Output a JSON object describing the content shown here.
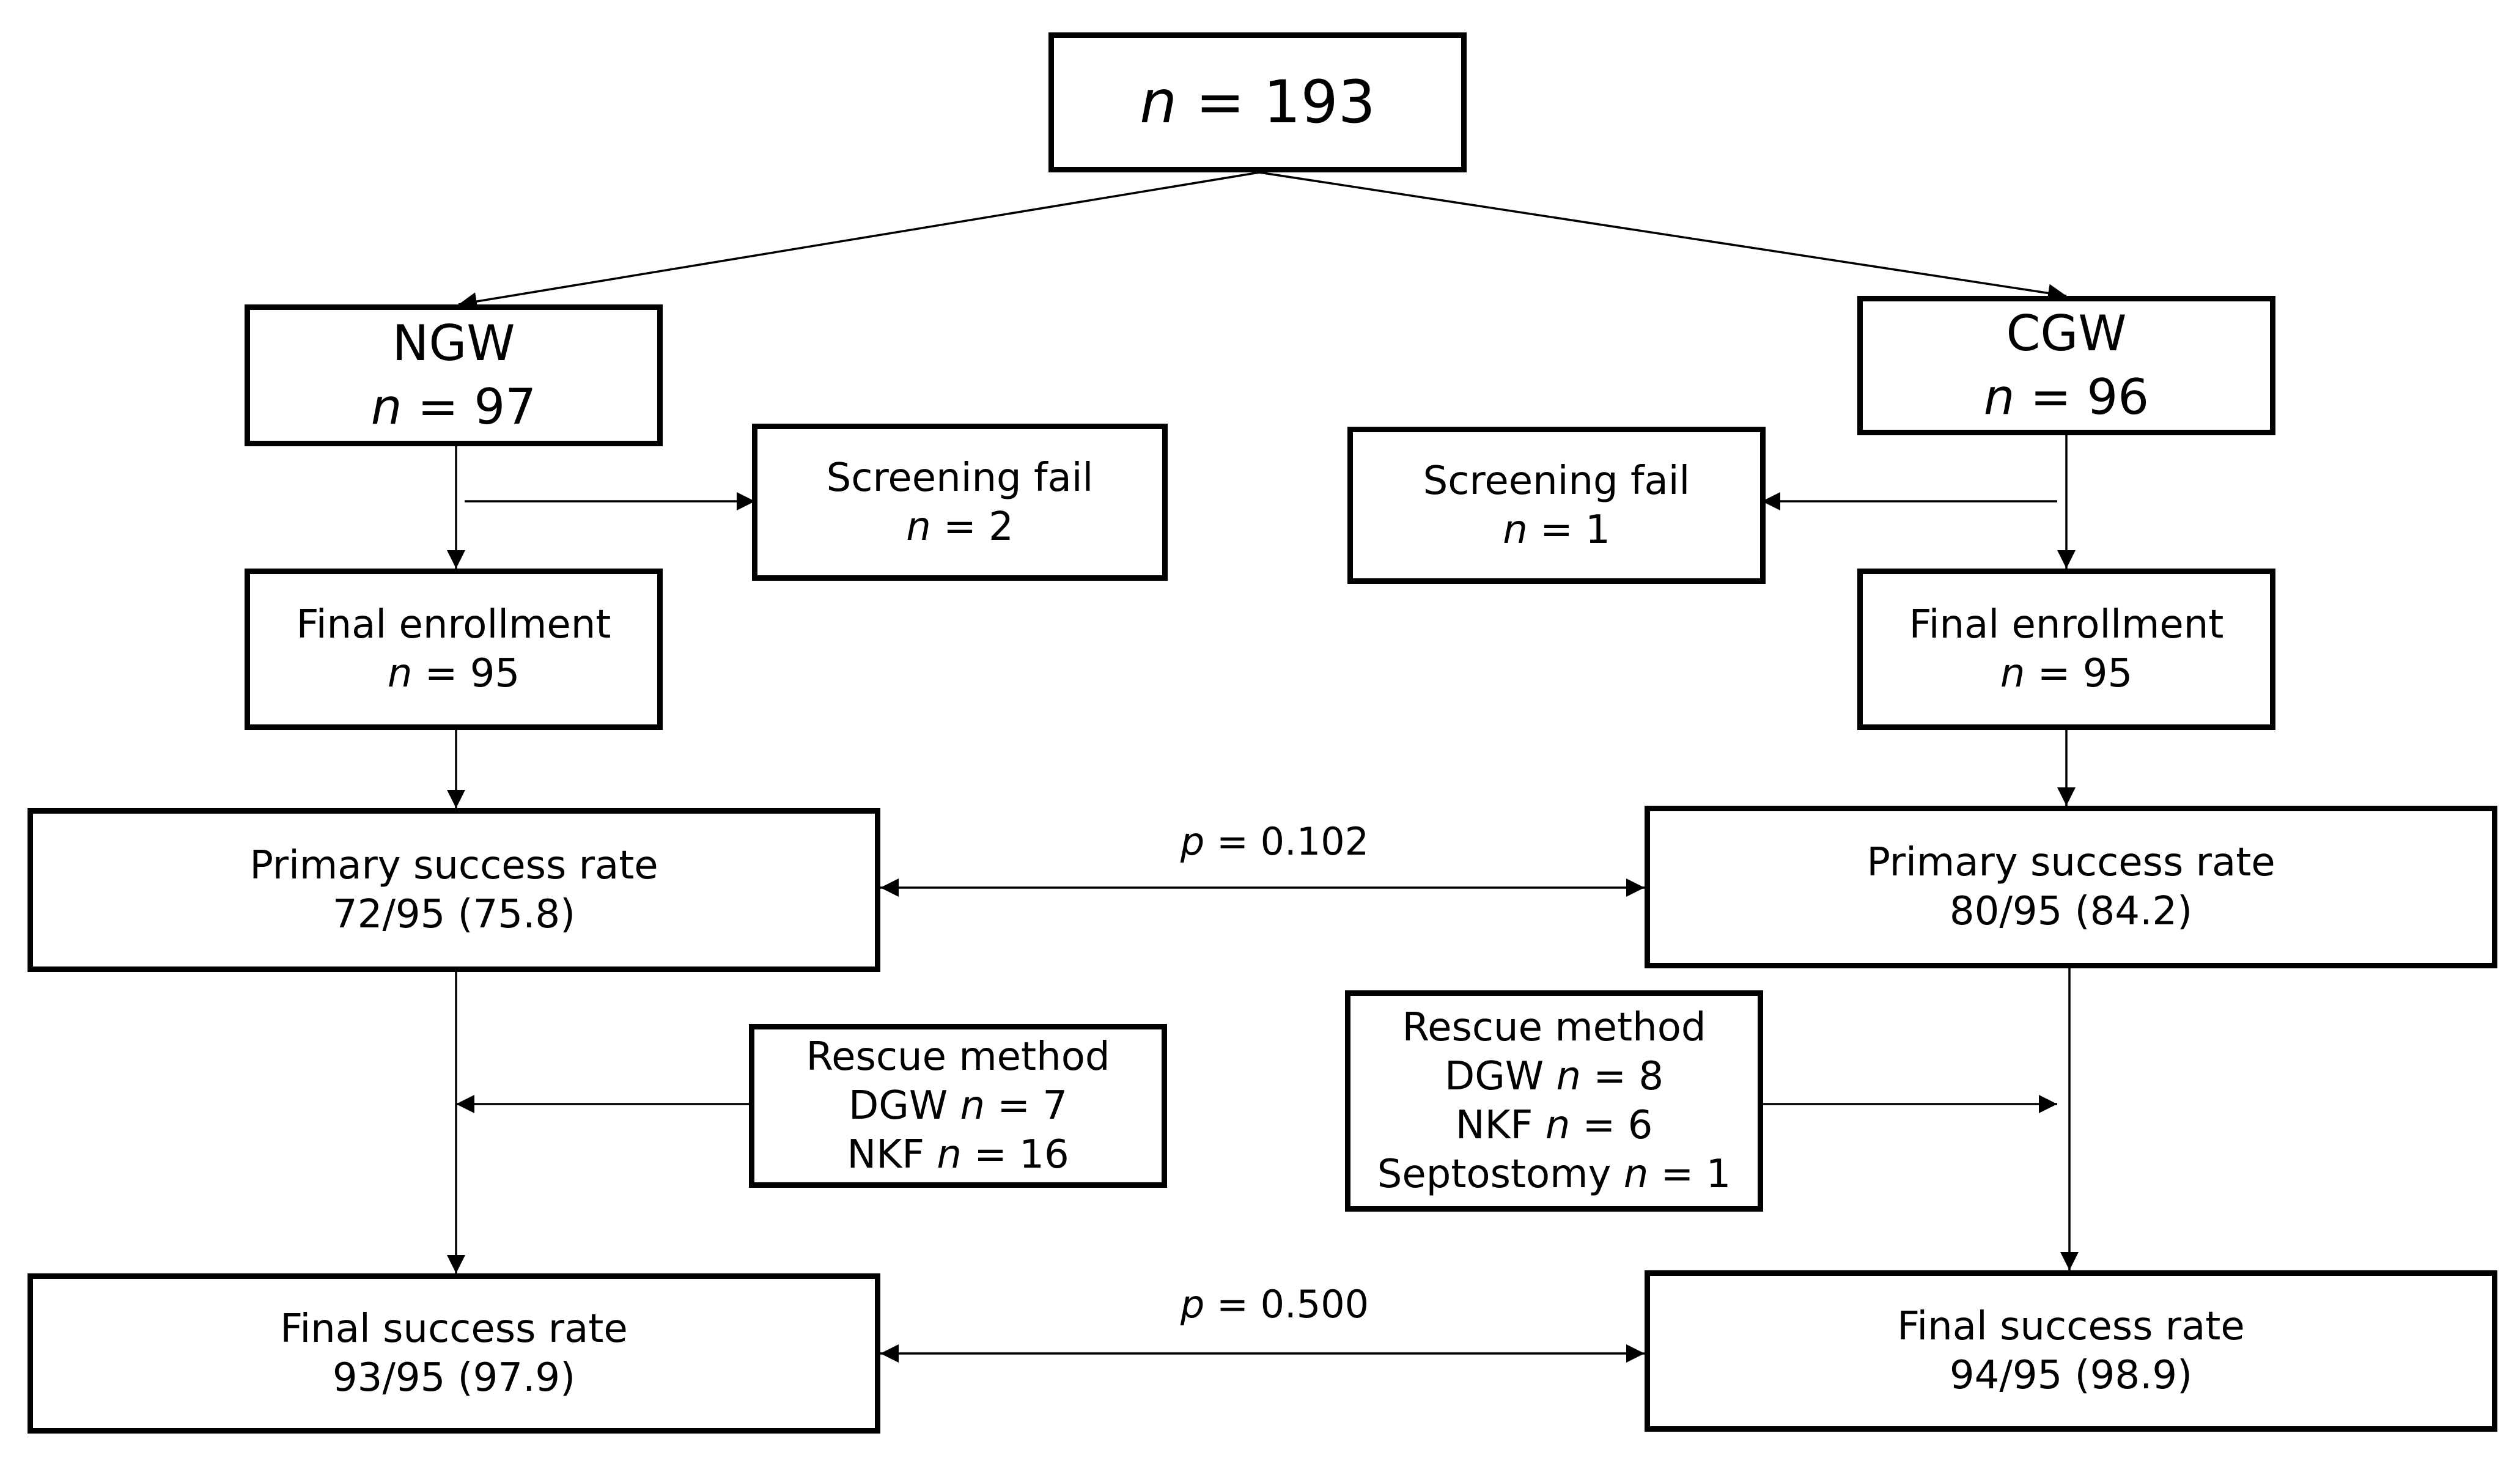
{
  "total": {
    "n_label": "n",
    "eq": " = ",
    "value": "193"
  },
  "ngw": {
    "name": "NGW",
    "n_label": "n",
    "eq": " = ",
    "value": "97"
  },
  "cgw": {
    "name": "CGW",
    "n_label": "n",
    "eq": " = ",
    "value": "96"
  },
  "screening_left": {
    "title": "Screening fail",
    "n_label": "n",
    "eq": " = ",
    "value": "2"
  },
  "screening_right": {
    "title": "Screening fail",
    "n_label": "n",
    "eq": " = ",
    "value": "1"
  },
  "enroll_left": {
    "title": "Final enrollment",
    "n_label": "n",
    "eq": " = ",
    "value": "95"
  },
  "enroll_right": {
    "title": "Final enrollment",
    "n_label": "n",
    "eq": " = ",
    "value": "95"
  },
  "primary_left": {
    "title": "Primary success rate",
    "value": "72/95 (75.8)"
  },
  "primary_right": {
    "title": "Primary success rate",
    "value": "80/95 (84.2)"
  },
  "p_primary": {
    "p_label": "p",
    "rest": " = 0.102"
  },
  "rescue_left": {
    "title": "Rescue method",
    "items": [
      {
        "name": "DGW ",
        "n_label": "n",
        "eq": " = ",
        "value": "7"
      },
      {
        "name": "NKF ",
        "n_label": "n",
        "eq": " = ",
        "value": "16"
      }
    ]
  },
  "rescue_right": {
    "title": "Rescue method",
    "items": [
      {
        "name": "DGW ",
        "n_label": "n",
        "eq": " = ",
        "value": "8"
      },
      {
        "name": "NKF ",
        "n_label": "n",
        "eq": " = ",
        "value": "6"
      },
      {
        "name": "Septostomy ",
        "n_label": "n",
        "eq": " = ",
        "value": "1"
      }
    ]
  },
  "final_left": {
    "title": "Final success rate",
    "value": "93/95 (97.9)"
  },
  "final_right": {
    "title": "Final success rate",
    "value": "94/95 (98.9)"
  },
  "p_final": {
    "p_label": "p",
    "rest": " = 0.500"
  }
}
